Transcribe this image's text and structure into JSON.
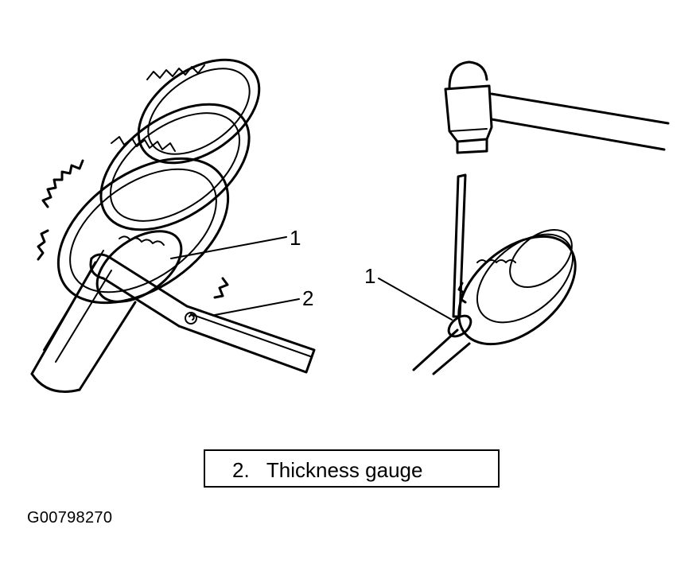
{
  "callouts": {
    "left_1": "1",
    "left_2": "2",
    "right_1": "1"
  },
  "legend": {
    "text": "2.   Thickness gauge"
  },
  "figure_id": "G00798270"
}
